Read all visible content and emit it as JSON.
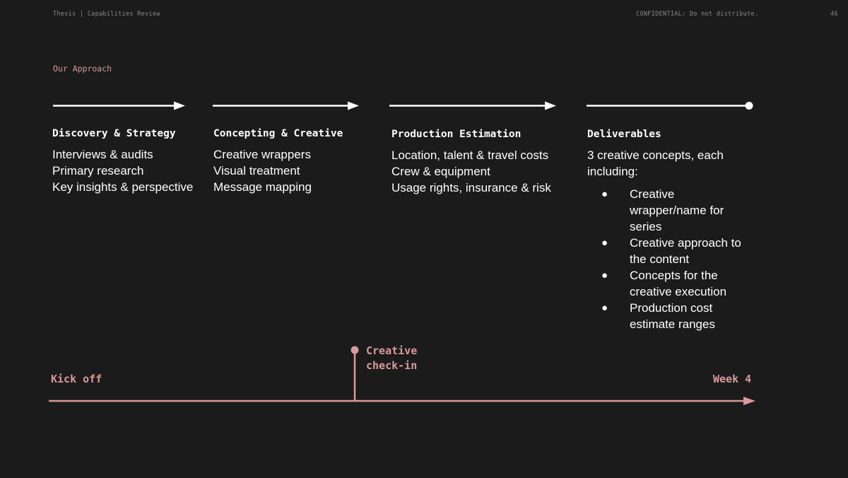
{
  "header": {
    "doc_title": "Thesis | Capabilities Review",
    "confidential": "CONFIDENTIAL: Do not distribute.",
    "page_number": "46"
  },
  "eyebrow": "Our Approach",
  "colors": {
    "background": "#1b1b1b",
    "text": "#ffffff",
    "accent_pink": "#d99a9c",
    "muted": "#8a8a8a"
  },
  "steps": [
    {
      "title": "Discovery & Strategy",
      "lines": [
        "Interviews & audits",
        "Primary research",
        "Key insights & perspective"
      ]
    },
    {
      "title": "Concepting & Creative",
      "lines": [
        "Creative wrappers",
        "Visual treatment",
        "Message mapping"
      ]
    },
    {
      "title": "Production Estimation",
      "lines": [
        "Location, talent & travel costs",
        "Crew & equipment",
        "Usage rights, insurance & risk"
      ]
    },
    {
      "title": "Deliverables",
      "lines": [
        "3 creative concepts, each",
        "including:"
      ],
      "bullets": [
        "Creative wrapper/name for series",
        "Creative approach to the content",
        "Concepts for the creative execution",
        "Production cost estimate ranges"
      ]
    }
  ],
  "timeline": {
    "start_label": "Kick off",
    "end_label": "Week 4",
    "milestone_line1": "Creative",
    "milestone_line2": "check-in"
  }
}
